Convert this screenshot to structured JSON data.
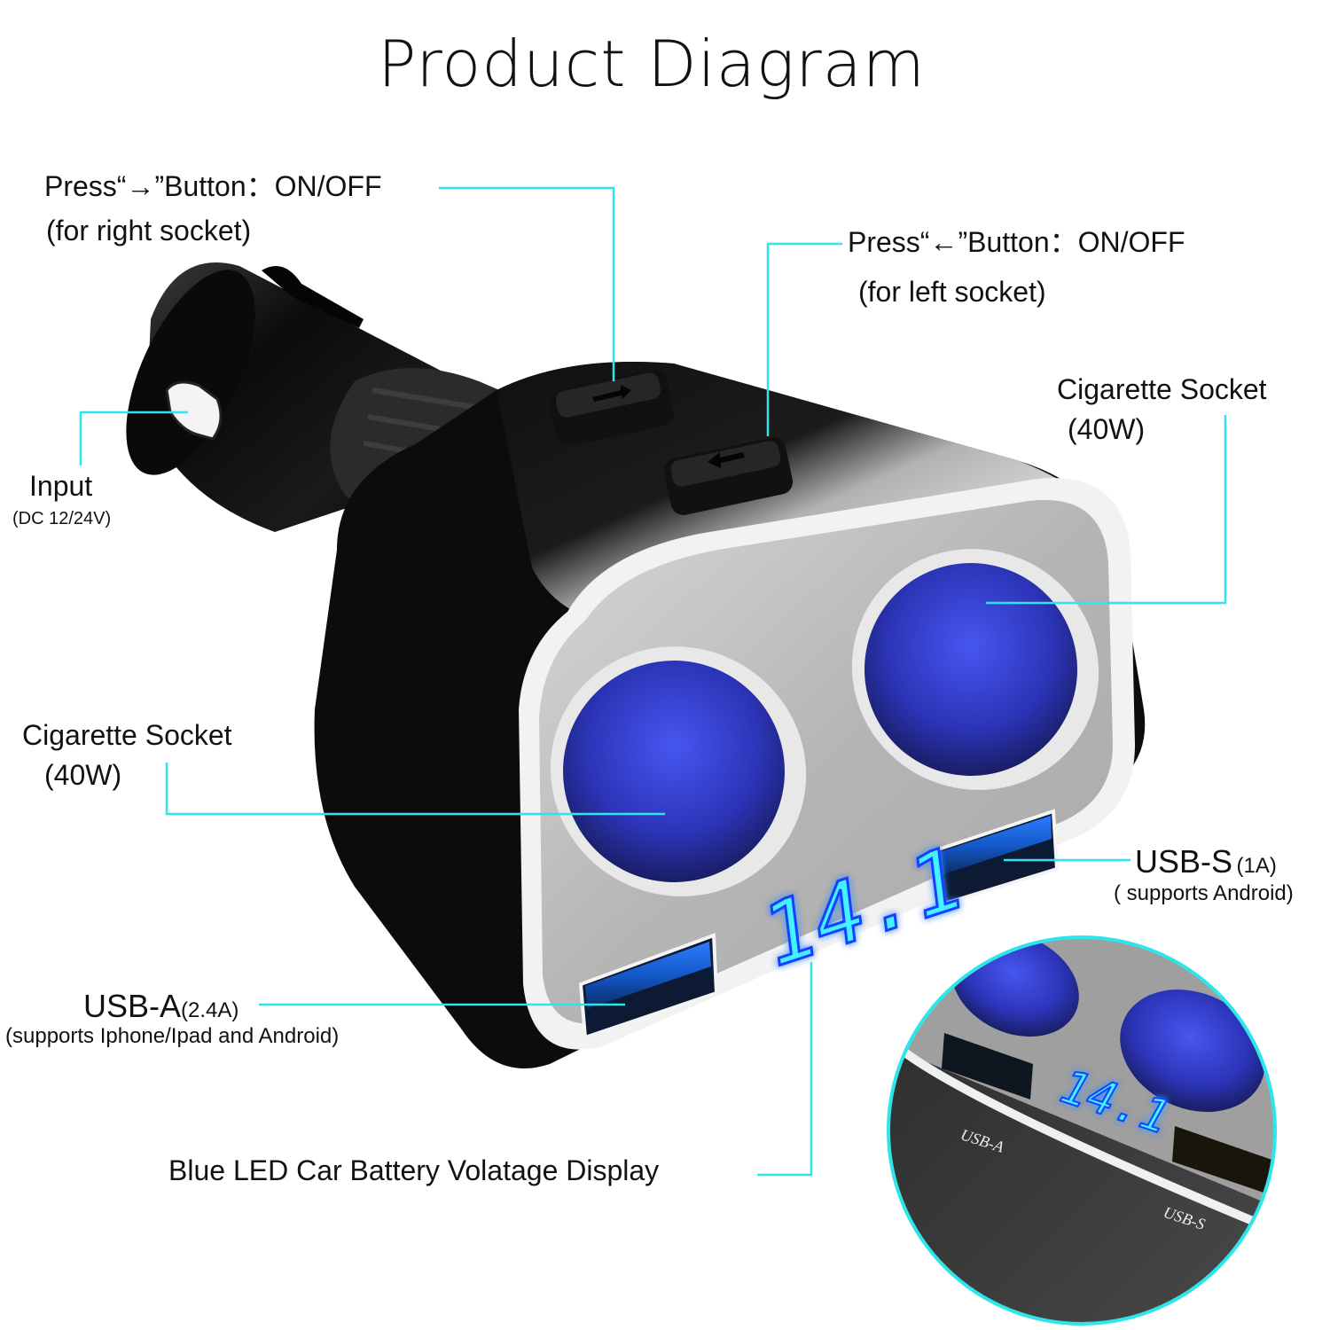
{
  "title": "Product Diagram",
  "colors": {
    "callout_line": "#2ee6ea",
    "body_black": "#0b0b0b",
    "faceplate_silver": "#b9b9b9",
    "socket_blue": "#3a49e0",
    "usb_blue": "#1e6fe8",
    "led_cyan": "#3ff3ff",
    "led_glow": "#1a3cff"
  },
  "callouts": {
    "right_button": {
      "line1": "Press“→”Button：ON/OFF",
      "line2": "(for right socket)"
    },
    "left_button": {
      "line1": "Press“←”Button：ON/OFF",
      "line2": "(for left socket)"
    },
    "input": {
      "label": "Input",
      "sub": "(DC 12/24V)"
    },
    "socket_right": {
      "label": "Cigarette Socket",
      "sub": "(40W)"
    },
    "socket_left": {
      "label": "Cigarette Socket",
      "sub": "(40W)"
    },
    "usb_s": {
      "label": "USB-S",
      "rating": "(1A)",
      "sub": "( supports Android)"
    },
    "usb_a": {
      "label": "USB-A",
      "rating": "(2.4A)",
      "sub": "(supports Iphone/Ipad and Android)"
    },
    "display": {
      "label": "Blue LED Car Battery Volatage Display"
    }
  },
  "product": {
    "voltage_reading": "14.1",
    "inset_voltage_reading": "14.1",
    "inset_port_labels": [
      "USB-A",
      "USB-S"
    ]
  }
}
